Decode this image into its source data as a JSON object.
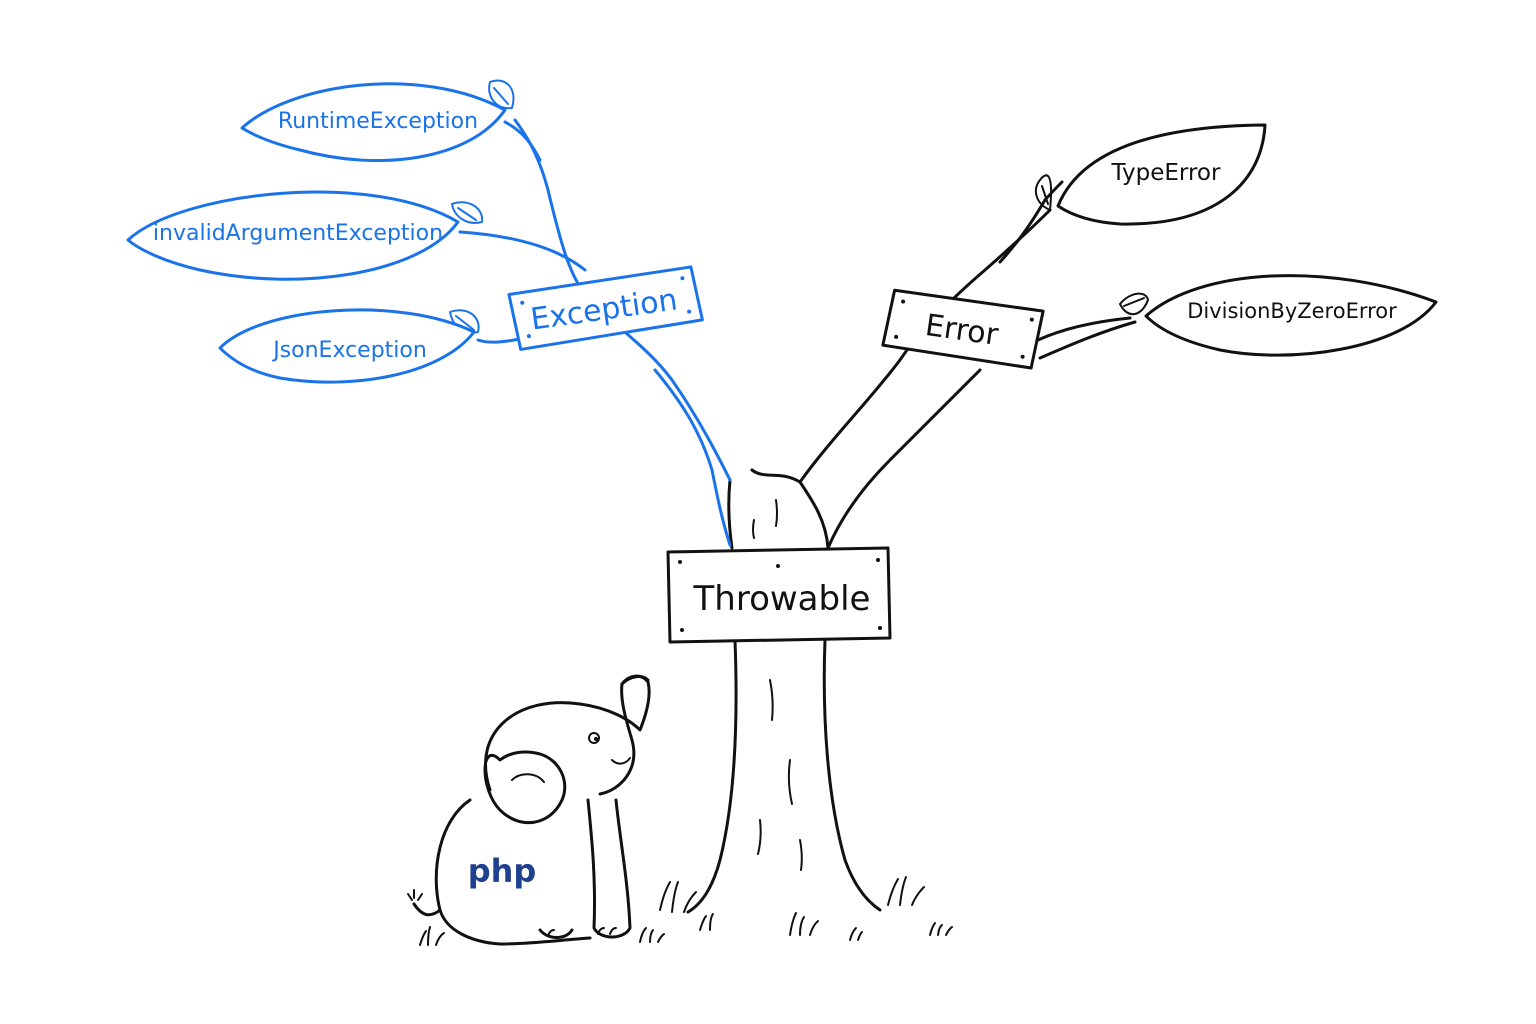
{
  "colors": {
    "ink": "#111111",
    "blue": "#1a73e8",
    "php": "#1f3f8f"
  },
  "tree": {
    "root": "Throwable",
    "left_branch": {
      "label": "Exception",
      "leaves": [
        "RuntimeException",
        "invalidArgumentException",
        "JsonException"
      ]
    },
    "right_branch": {
      "label": "Error",
      "leaves": [
        "TypeError",
        "DivisionByZeroError"
      ]
    }
  },
  "mascot": {
    "icon": "elephant-icon",
    "label": "php"
  }
}
